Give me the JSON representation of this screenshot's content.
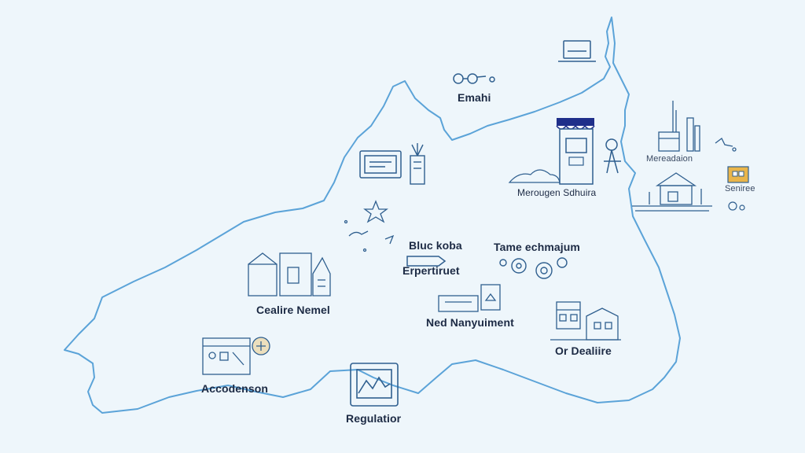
{
  "map": {
    "colors": {
      "background": "#eef6fb",
      "border": "#5ba3d8",
      "icon": "#2f5f8f",
      "accent": "#1f2f8a",
      "highlight": "#e9b54a"
    },
    "labels": {
      "emahi": "Emahi",
      "merougen": "Merougen Sdhuira",
      "mereadaion": "Mereadaion",
      "seniree": "Seniree",
      "bluc_koba": "Bluc koba",
      "erpertiruet": "Erpertiruet",
      "tame": "Tame echmajum",
      "cealire": "Cealire Nemel",
      "ned": "Ned Nanyuiment",
      "or_dealiire": "Or Dealiire",
      "accodenson": "Accodenson",
      "regulatior": "Regulatior"
    },
    "icons": [
      "laptop-icon",
      "glasses-icon",
      "shop-kiosk-icon",
      "factory-icon",
      "city-building-icon",
      "house-icon",
      "document-board-icon",
      "plant-pot-icon",
      "star-icon",
      "bird-icon",
      "pen-icon",
      "gears-icon",
      "government-buildings-icon",
      "houses-icon",
      "lock-icon",
      "blueprint-icon",
      "chart-frame-icon",
      "robot-icon"
    ]
  }
}
